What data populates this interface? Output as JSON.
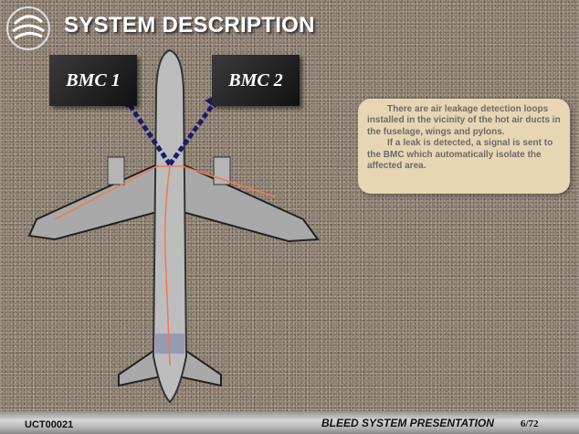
{
  "header": {
    "title": "SYSTEM DESCRIPTION"
  },
  "diagram": {
    "bmc1": "BMC 1",
    "bmc2": "BMC 2"
  },
  "note": {
    "p1": "There are air leakage detection loops installed in the vicinity of the hot air ducts in the fuselage, wings and pylons.",
    "p2": "If a leak is detected, a signal is sent to the BMC which automatically isolate the affected area."
  },
  "footer": {
    "code": "UCT00021",
    "title": "BLEED SYSTEM PRESENTATION",
    "page": "6/72"
  },
  "colors": {
    "loop": "#f07a50",
    "arrow": "#1a1a6e"
  }
}
